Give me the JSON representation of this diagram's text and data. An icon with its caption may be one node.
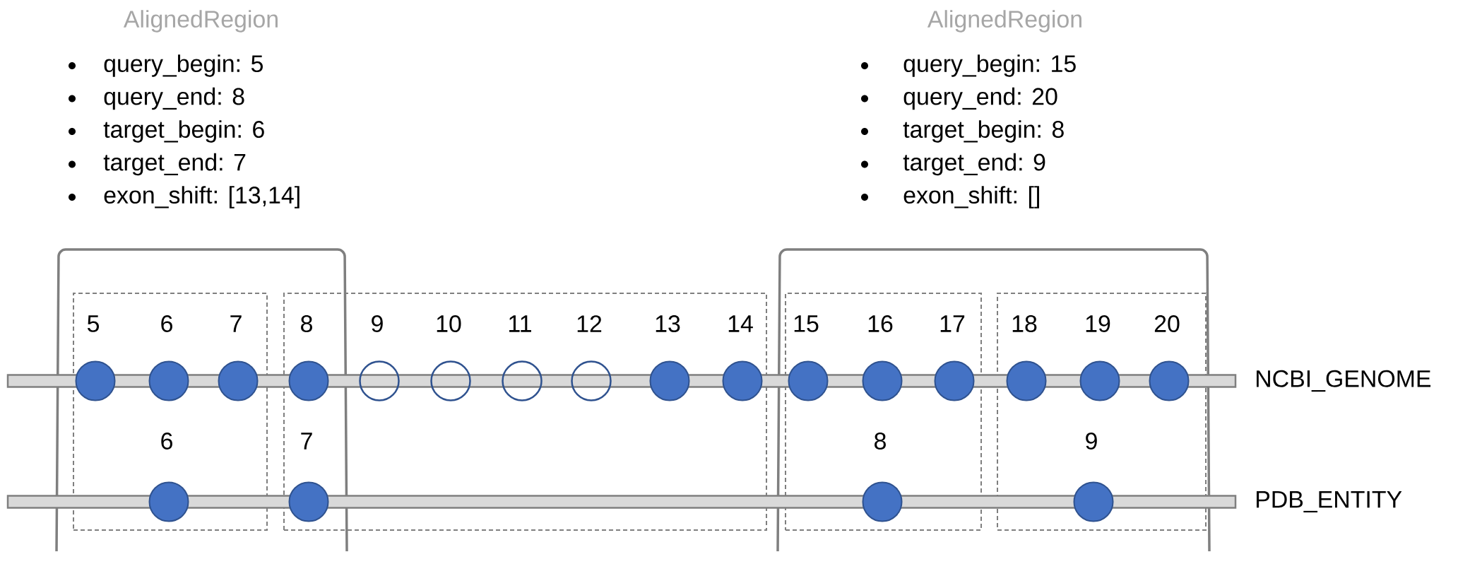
{
  "diagram": {
    "nodes": [
      {
        "text": [
          "AlignedRegion",
          "query_begin: 5",
          "query_end: 8",
          "target_begin: 6",
          "target_end: 7",
          "exon_shift: [13,14]"
        ]
      },
      {
        "text": [
          "AlignedRegion",
          "query_begin: 15",
          "query_end: 20",
          "target_begin: 8",
          "target_end: 9",
          "exon_shift: []"
        ]
      },
      {
        "text": [
          "NCBI_GENOME"
        ]
      },
      {
        "text": [
          "PDB_ENTITY"
        ]
      },
      {
        "text": [],
        "shape": "box",
        "in": 0
      },
      {
        "text": [],
        "shape": "box"
      },
      {
        "text": [],
        "shape": "box",
        "in": 1
      },
      {
        "text": [],
        "shape": "box",
        "in": 1
      },
      {
        "text": [],
        "shape": "circle",
        "beside": [
          "5"
        ],
        "in": 4
      },
      {
        "text": [],
        "shape": "circle",
        "beside": [
          "6"
        ],
        "in": 4
      },
      {
        "text": [],
        "shape": "circle",
        "beside": [
          "7"
        ],
        "in": 4
      },
      {
        "text": [],
        "shape": "circle",
        "beside": [
          "8"
        ]
      },
      {
        "text": [],
        "shape": "ring",
        "beside": [
          "9"
        ],
        "in": 5
      },
      {
        "text": [],
        "shape": "ring",
        "beside": [
          "10"
        ],
        "in": 5
      },
      {
        "text": [],
        "shape": "ring",
        "beside": [
          "11"
        ],
        "in": 5
      },
      {
        "text": [],
        "shape": "ring",
        "beside": [
          "12"
        ],
        "in": 5
      },
      {
        "text": [],
        "shape": "circle",
        "beside": [
          "13"
        ],
        "in": 5
      },
      {
        "text": [],
        "shape": "circle",
        "beside": [
          "14"
        ],
        "in": 5
      },
      {
        "text": [],
        "shape": "circle",
        "beside": [
          "15"
        ],
        "in": 6
      },
      {
        "text": [],
        "shape": "circle",
        "beside": [
          "16"
        ],
        "in": 6
      },
      {
        "text": [],
        "shape": "circle",
        "beside": [
          "17"
        ],
        "in": 6
      },
      {
        "text": [],
        "shape": "circle",
        "beside": [
          "18"
        ],
        "in": 7
      },
      {
        "text": [],
        "shape": "circle",
        "beside": [
          "19"
        ],
        "in": 7
      },
      {
        "text": [],
        "shape": "circle",
        "beside": [
          "20"
        ],
        "in": 7
      },
      {
        "text": [],
        "shape": "circle",
        "beside": [
          "6"
        ],
        "in": 4
      },
      {
        "text": [],
        "shape": "circle",
        "beside": [
          "7"
        ]
      },
      {
        "text": [],
        "shape": "circle",
        "beside": [
          "8"
        ],
        "in": 6
      },
      {
        "text": [],
        "shape": "circle",
        "beside": [
          "9"
        ],
        "in": 7
      }
    ]
  }
}
